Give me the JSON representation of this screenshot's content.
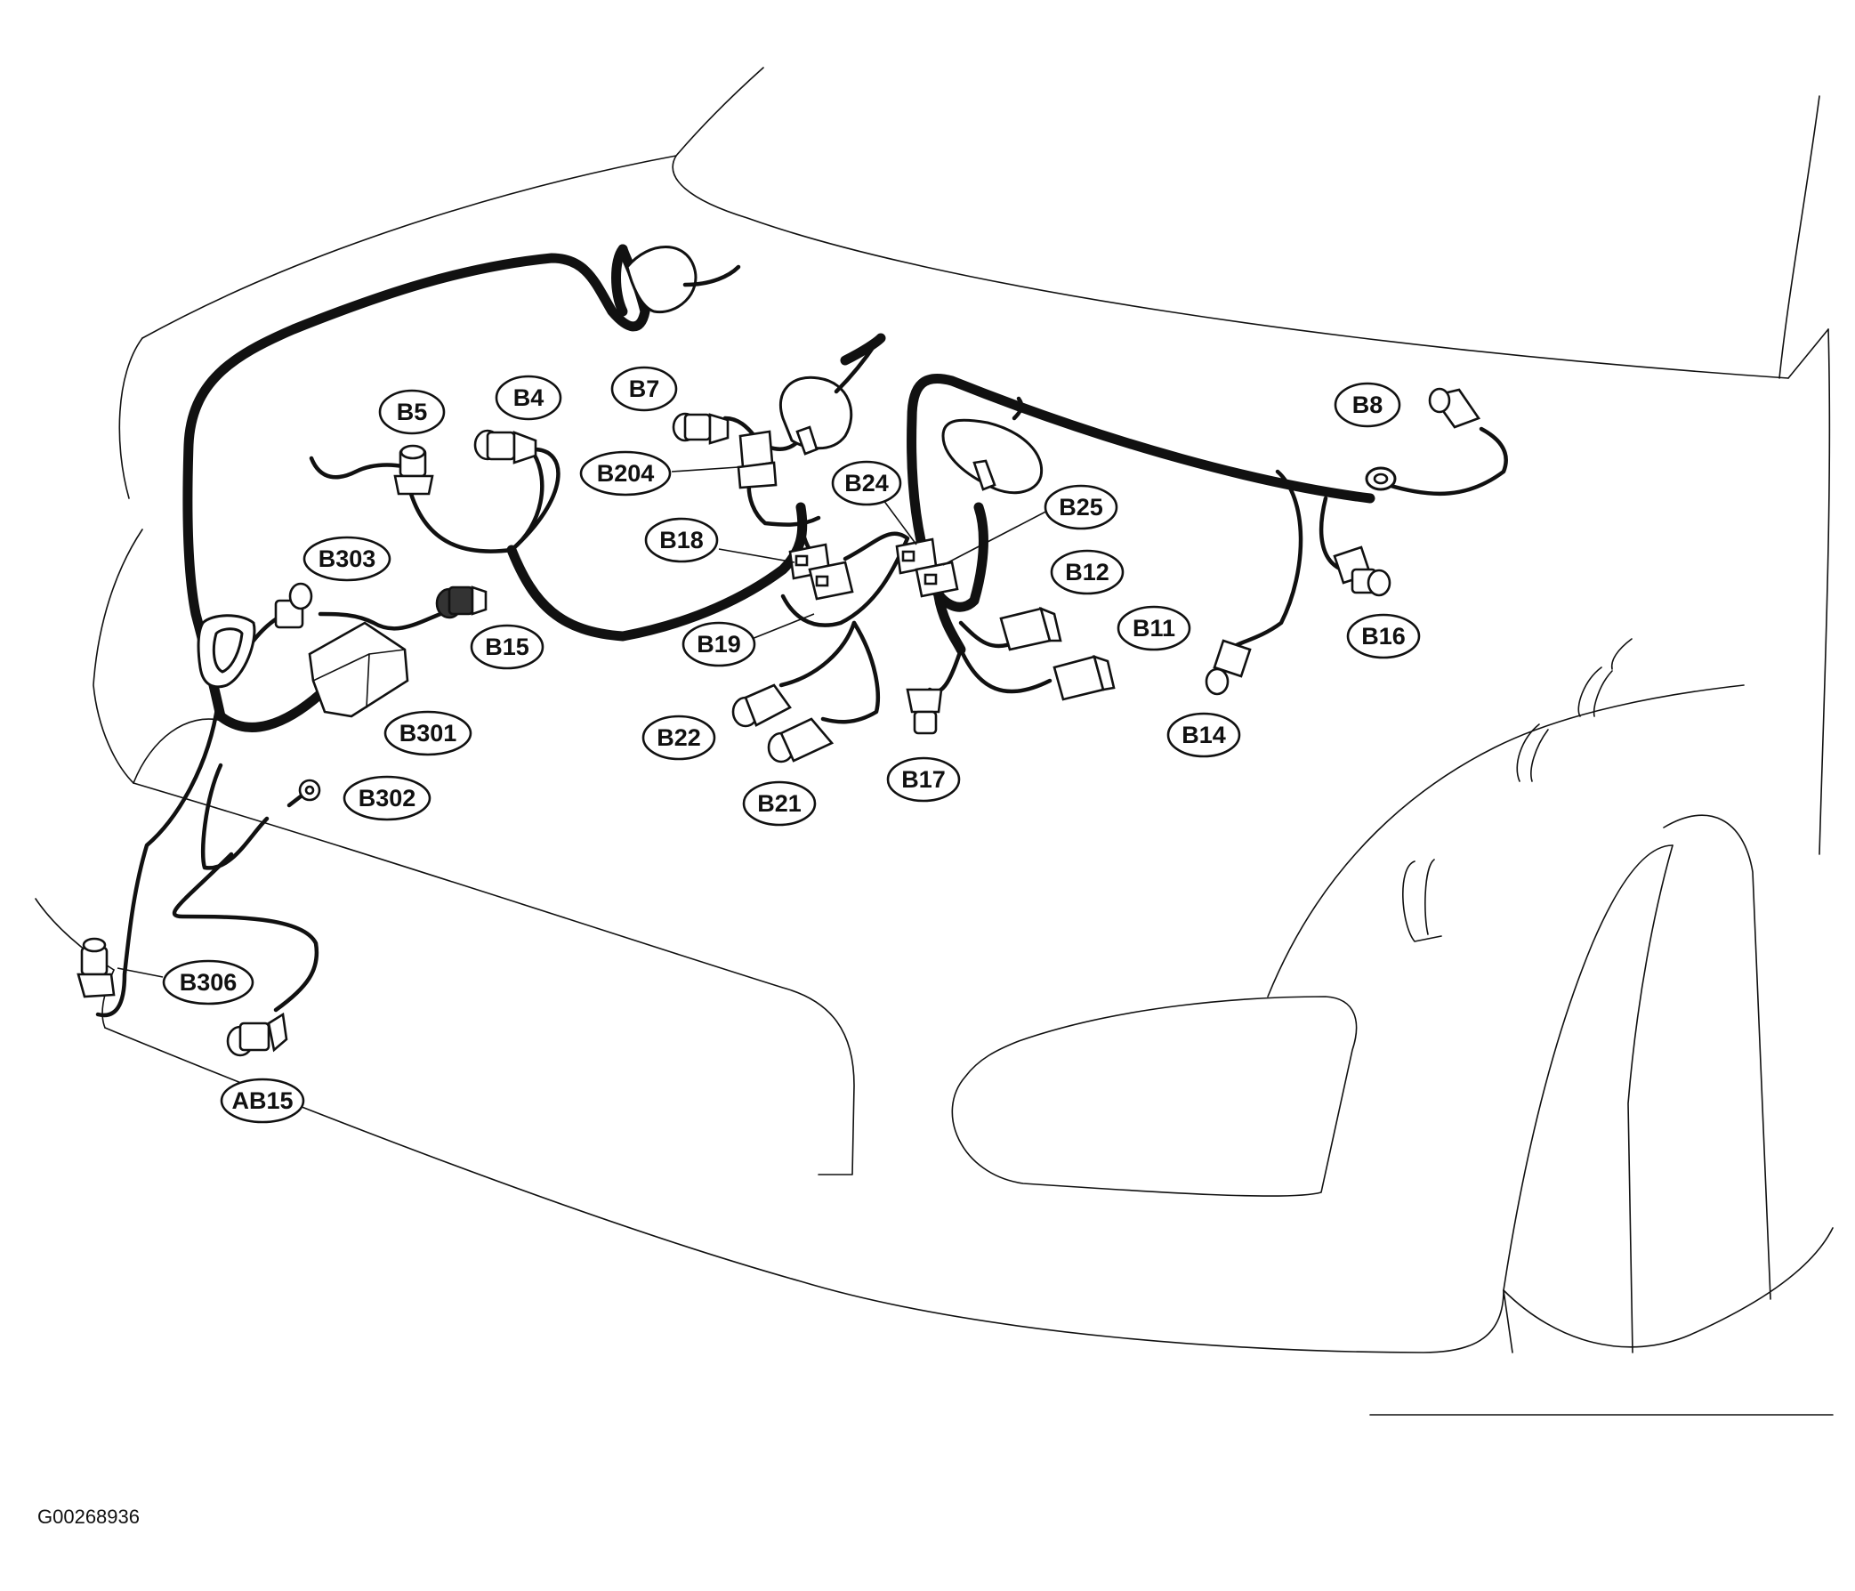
{
  "figure_id": "G00268936",
  "connectors": [
    {
      "id": "b5",
      "label": "B5"
    },
    {
      "id": "b4",
      "label": "B4"
    },
    {
      "id": "b7",
      "label": "B7"
    },
    {
      "id": "b204",
      "label": "B204"
    },
    {
      "id": "b24",
      "label": "B24"
    },
    {
      "id": "b18",
      "label": "B18"
    },
    {
      "id": "b25",
      "label": "B25"
    },
    {
      "id": "b12",
      "label": "B12"
    },
    {
      "id": "b8",
      "label": "B8"
    },
    {
      "id": "b303",
      "label": "B303"
    },
    {
      "id": "b15",
      "label": "B15"
    },
    {
      "id": "b19",
      "label": "B19"
    },
    {
      "id": "b11",
      "label": "B11"
    },
    {
      "id": "b16",
      "label": "B16"
    },
    {
      "id": "b301",
      "label": "B301"
    },
    {
      "id": "b22",
      "label": "B22"
    },
    {
      "id": "b14",
      "label": "B14"
    },
    {
      "id": "b17",
      "label": "B17"
    },
    {
      "id": "b21",
      "label": "B21"
    },
    {
      "id": "b302",
      "label": "B302"
    },
    {
      "id": "b306",
      "label": "B306"
    },
    {
      "id": "ab15",
      "label": "AB15"
    }
  ]
}
